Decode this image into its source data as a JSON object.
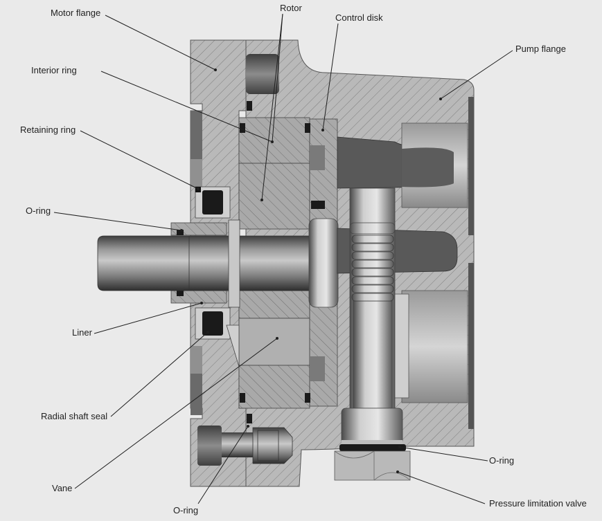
{
  "labels": {
    "motor_flange": "Motor flange",
    "rotor": "Rotor",
    "control_disk": "Control disk",
    "pump_flange": "Pump flange",
    "interior_ring": "Interior ring",
    "retaining_ring": "Retaining ring",
    "o_ring_left": "O-ring",
    "liner": "Liner",
    "radial_shaft_seal": "Radial shaft seal",
    "vane": "Vane",
    "o_ring_bottom": "O-ring",
    "o_ring_right": "O-ring",
    "pressure_limitation_valve": "Pressure limitation valve"
  },
  "colors": {
    "background": "#eaeaea",
    "housing": "#b9b9b9",
    "hatch": "#7d7d7d",
    "steel_dark": "#5c5c5c",
    "seal_black": "#1a1a1a",
    "leader": "#1f1f1f"
  }
}
